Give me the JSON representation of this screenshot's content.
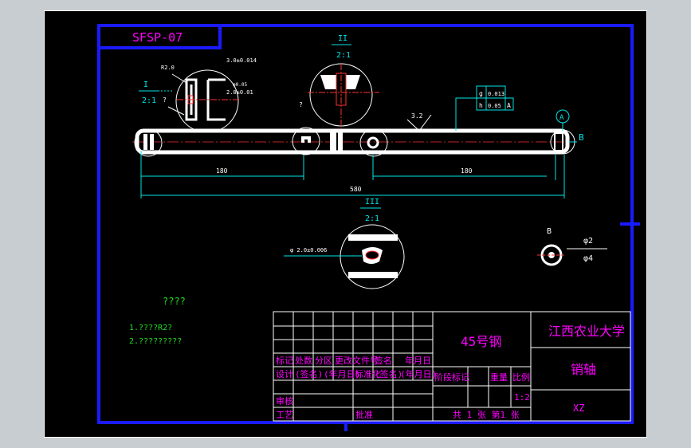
{
  "drawing_code": "SFSP-07",
  "details": {
    "I": {
      "roman": "I",
      "scale": "2:1"
    },
    "II": {
      "roman": "II",
      "scale": "2:1"
    },
    "III": {
      "roman": "III",
      "scale": "2:1"
    },
    "B": {
      "letter": "B"
    }
  },
  "annotations": {
    "r_label": "R2.0",
    "dim_I_1": "3.0±0.014",
    "dim_I_2": "φ0.05",
    "dim_I_3": "2.0±0.01",
    "q_I": "?",
    "q_II": "?",
    "surface_mark": "3.2",
    "tol_g": "g",
    "tol_g_val": "0.013",
    "tol_h": "h",
    "tol_h_val": "0.05",
    "tol_h_ref": "A",
    "datum_A": "A",
    "section_B": "B",
    "dim_left": "180",
    "dim_right": "180",
    "dim_total": "580",
    "dim_III": "φ 2.0±0.006",
    "dim_B_1": "φ2",
    "dim_B_2": "φ4"
  },
  "notes": {
    "title": "????",
    "line1": "1.????R2?",
    "line2": "2.?????????"
  },
  "title_block": {
    "material": "45号钢",
    "school": "江西农业大学",
    "part_name": "销轴",
    "code": "XZ",
    "scale_val": "1:2",
    "h_mark": "标记",
    "h_count": "处数",
    "h_zone": "分区",
    "h_doc": "更改文件号",
    "h_sign": "签名",
    "h_date": "年月日",
    "r_design": "设计",
    "r_sign1": "(签名)",
    "r_date1": "(年月日)",
    "r_std": "标准化",
    "r_sign2": "(签名)",
    "r_date2": "(年月日)",
    "stage_label": "阶段标记",
    "weight_label": "重量",
    "scale_label": "比例",
    "check": "审核",
    "craft": "工艺",
    "approve": "批准",
    "sheets": "共 1 张  第1 张"
  },
  "colors": {
    "frame": "#1a1aff",
    "white": "#ffffff",
    "cyan": "#00e5e5",
    "magenta": "#ff00ff",
    "green": "#22dd22",
    "red": "#ff3030"
  }
}
